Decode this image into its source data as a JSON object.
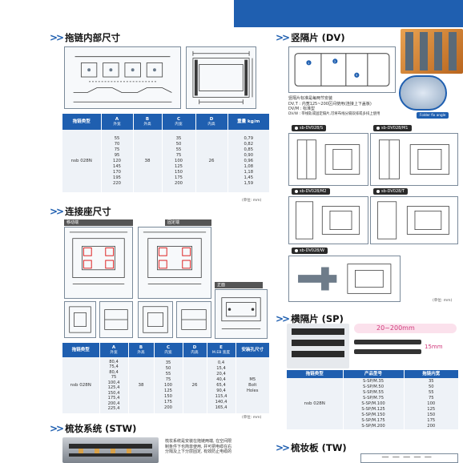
{
  "sections": {
    "inner_dims": "拖链内部尺寸",
    "divider_dv": "竖隔片 (DV)",
    "bracket_dims": "连接座尺寸",
    "divider_sp": "横隔片 (SP)",
    "stw": "梳妆系统 (STW)",
    "tw": "梳妆板 (TW)"
  },
  "inner_table": {
    "headers": [
      {
        "main": "拖链类型",
        "sub": ""
      },
      {
        "main": "A",
        "sub": "外宽"
      },
      {
        "main": "B",
        "sub": "外高"
      },
      {
        "main": "C",
        "sub": "内宽"
      },
      {
        "main": "D",
        "sub": "内高"
      },
      {
        "main": "重量 kg/m",
        "sub": ""
      }
    ],
    "type": "nsb 028N",
    "A": [
      "55",
      "70",
      "75",
      "95",
      "120",
      "145",
      "170",
      "195",
      "220"
    ],
    "B": "38",
    "C": [
      "35",
      "50",
      "55",
      "75",
      "100",
      "125",
      "150",
      "175",
      "200"
    ],
    "D": "26",
    "weight": [
      "0,79",
      "0,82",
      "0,85",
      "0,90",
      "0,96",
      "1,08",
      "1,18",
      "1,45",
      "1,59"
    ],
    "unit": "(单位: mm)"
  },
  "bracket_labels": {
    "moving": "移动端",
    "fixed": "固定端",
    "front": "正面"
  },
  "bracket_table": {
    "headers": [
      {
        "main": "拖链类型",
        "sub": ""
      },
      {
        "main": "A",
        "sub": "外宽"
      },
      {
        "main": "B",
        "sub": "外高"
      },
      {
        "main": "C",
        "sub": "内宽"
      },
      {
        "main": "D",
        "sub": "内高"
      },
      {
        "main": "E",
        "sub": "M.EB 宽度"
      },
      {
        "main": "安装孔尺寸",
        "sub": ""
      }
    ],
    "type": "nsb 028N",
    "A": [
      "80,4",
      "75,4",
      "80,4",
      "75",
      "100,4",
      "125,4",
      "150,4",
      "175,4",
      "200,4",
      "225,4"
    ],
    "B": "38",
    "C": [
      "35",
      "50",
      "55",
      "75",
      "100",
      "125",
      "150",
      "175",
      "200"
    ],
    "D": "26",
    "E": [
      "0,4",
      "15,4",
      "20,4",
      "40,4",
      "65,4",
      "90,4",
      "115,4",
      "140,4",
      "165,4"
    ],
    "holes": [
      "M5",
      "Bolt",
      "Holes"
    ],
    "unit": "(单位: mm)"
  },
  "dv": {
    "notes": [
      "竖隔片标准是每两节安装",
      "DV,T : 内宽125~200区间使用(连接上下盖板)",
      "DV/M : 标准型",
      "DV/W : 带线轨或固定隔片,可将布线分隔双排或多排上使用"
    ],
    "variants": [
      "sb-DV028/S",
      "sb-DV028/M1",
      "sb-DV028/M2",
      "sb-DV028/T",
      "sb-DV028/W"
    ],
    "badge": "Folder fix angle",
    "unit": "(单位: mm)"
  },
  "sp": {
    "range": "20~200mm",
    "thickness": "15mm",
    "headers": [
      "拖链类型",
      "产品型号",
      "拖链内宽"
    ],
    "type": "nsb 028N",
    "models": [
      "S-SP/M.35",
      "S-SP/M.50",
      "S-SP/M.55",
      "S-SP/M.75",
      "S-SP/M.100",
      "S-SP/M.125",
      "S-SP/M.150",
      "S-SP/M.175",
      "S-SP/M.200"
    ],
    "widths": [
      "35",
      "50",
      "55",
      "75",
      "100",
      "125",
      "150",
      "175",
      "200"
    ]
  },
  "stw": {
    "desc": [
      "梳妆系统是安装在拖链两端, 在空间限",
      "制条件下也简单使用, 并可把电缆在右",
      "分隔及上下分层固定, 有效防止电缆的"
    ]
  },
  "colors": {
    "accent": "#1f5fb0",
    "table_bg": "#eef2f7",
    "drawing_line": "#3a3a3a",
    "highlight_red": "#d22"
  }
}
